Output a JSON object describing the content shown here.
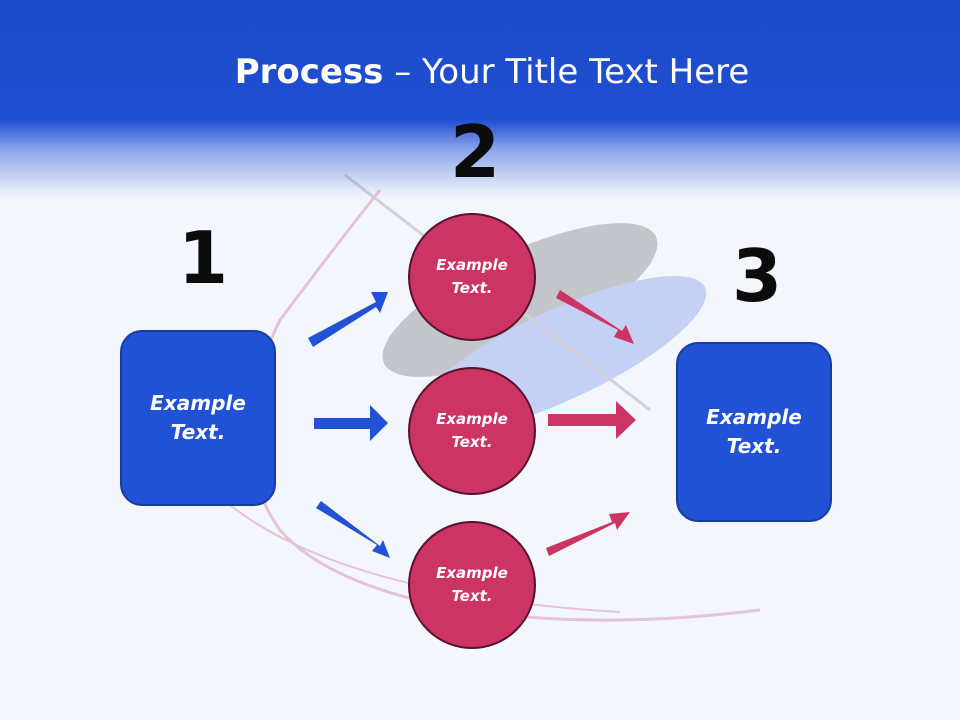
{
  "title": {
    "bold": "Process",
    "rest": " – Your Title Text Here"
  },
  "steps": {
    "one": "1",
    "two": "2",
    "three": "3"
  },
  "left_box": {
    "text": "Example Text."
  },
  "right_box": {
    "text": "Example Text."
  },
  "circles": [
    {
      "text": "Example Text."
    },
    {
      "text": "Example Text."
    },
    {
      "text": "Example Text."
    }
  ],
  "colors": {
    "blue": "#2152d6",
    "pink": "#cc3464",
    "header": "#1a48c6"
  }
}
